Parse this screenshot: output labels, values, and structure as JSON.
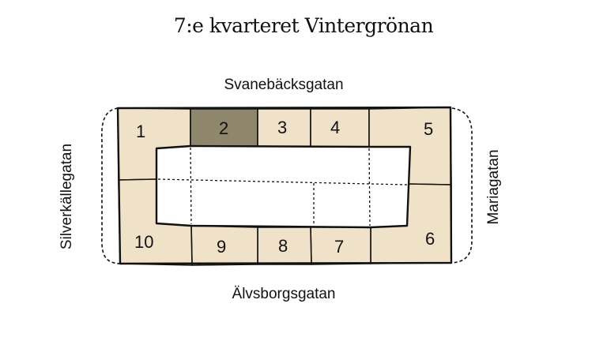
{
  "map": {
    "title": "7:e kvarteret Vintergrönan",
    "streets": {
      "top": "Svanebäcksgatan",
      "bottom": "Älvsborgsgatan",
      "left": "Silverkällegatan",
      "right": "Mariagatan"
    },
    "lots": [
      "1",
      "2",
      "3",
      "4",
      "5",
      "6",
      "7",
      "8",
      "9",
      "10"
    ],
    "highlighted_lot": "2",
    "colors": {
      "lot_fill": "#efe2c9",
      "highlight_fill": "#8e876d",
      "outline": "#111111"
    }
  }
}
